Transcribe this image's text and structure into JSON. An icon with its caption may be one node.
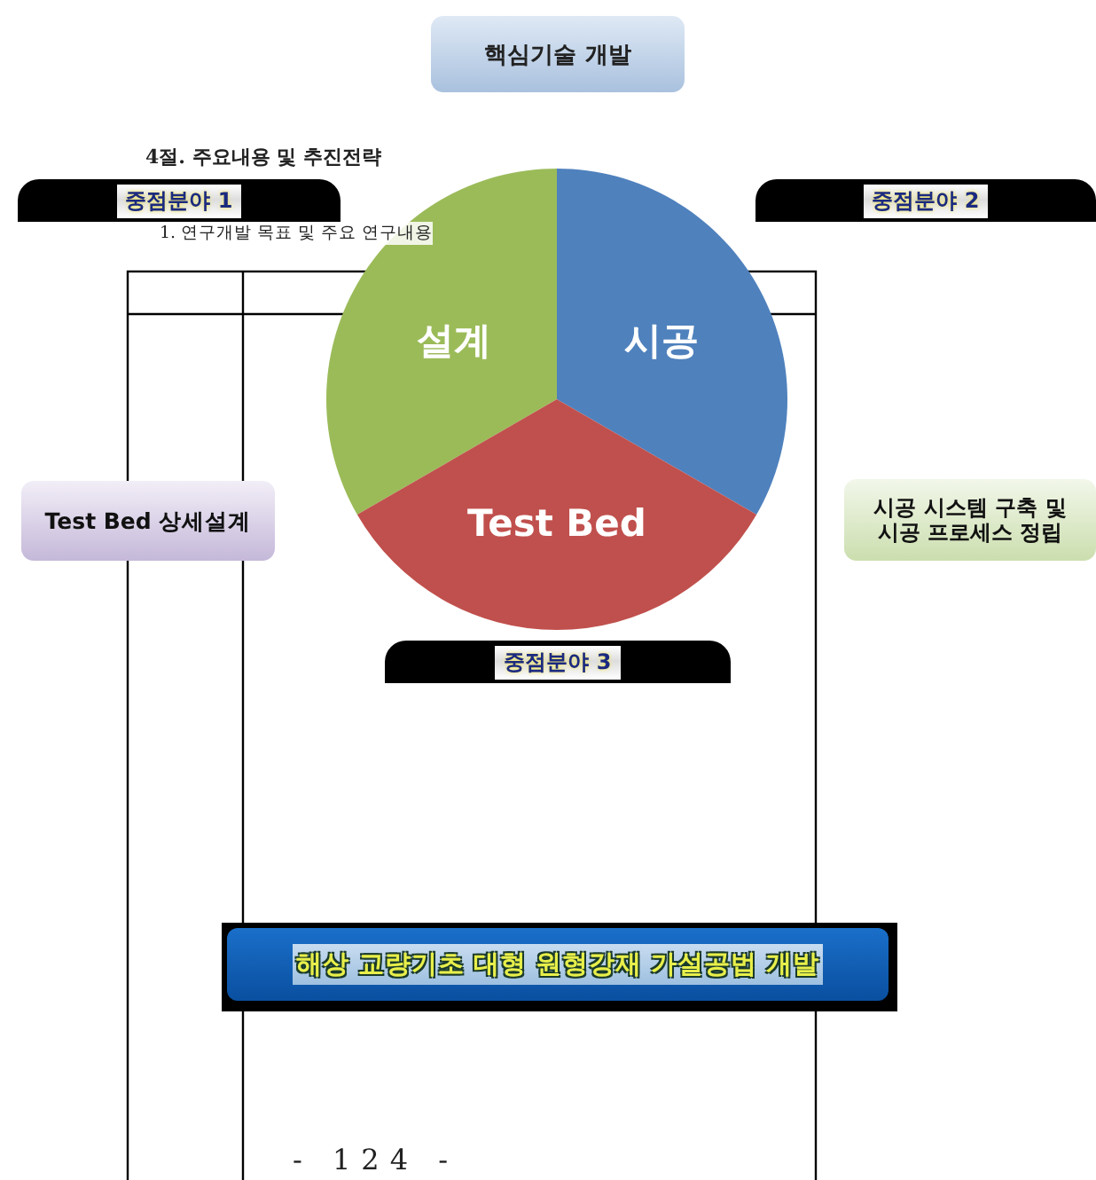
{
  "diagram": {
    "nodes": [
      {
        "text": [
          "핵심기술 개발"
        ]
      },
      {
        "text": [
          "중점분야 1"
        ]
      },
      {
        "text": [
          "중점분야 2"
        ]
      },
      {
        "text": [
          "설계"
        ]
      },
      {
        "text": [
          "시공"
        ]
      },
      {
        "text": [
          "Test Bed"
        ]
      },
      {
        "text": [
          "Test Bed 상세설계"
        ]
      },
      {
        "text": [
          "시공 시스템 구축 및 시공 프로세스 정립"
        ]
      },
      {
        "text": [
          "중점분야 3"
        ]
      },
      {
        "text": [
          "해상 교량기초 대형 원형강재 가설공법 개발"
        ]
      }
    ],
    "labels": [
      "4절. 주요내용 및 추진전략",
      "1. 연구개발 목표 및 주요 연구내용",
      "- 124 -"
    ]
  }
}
